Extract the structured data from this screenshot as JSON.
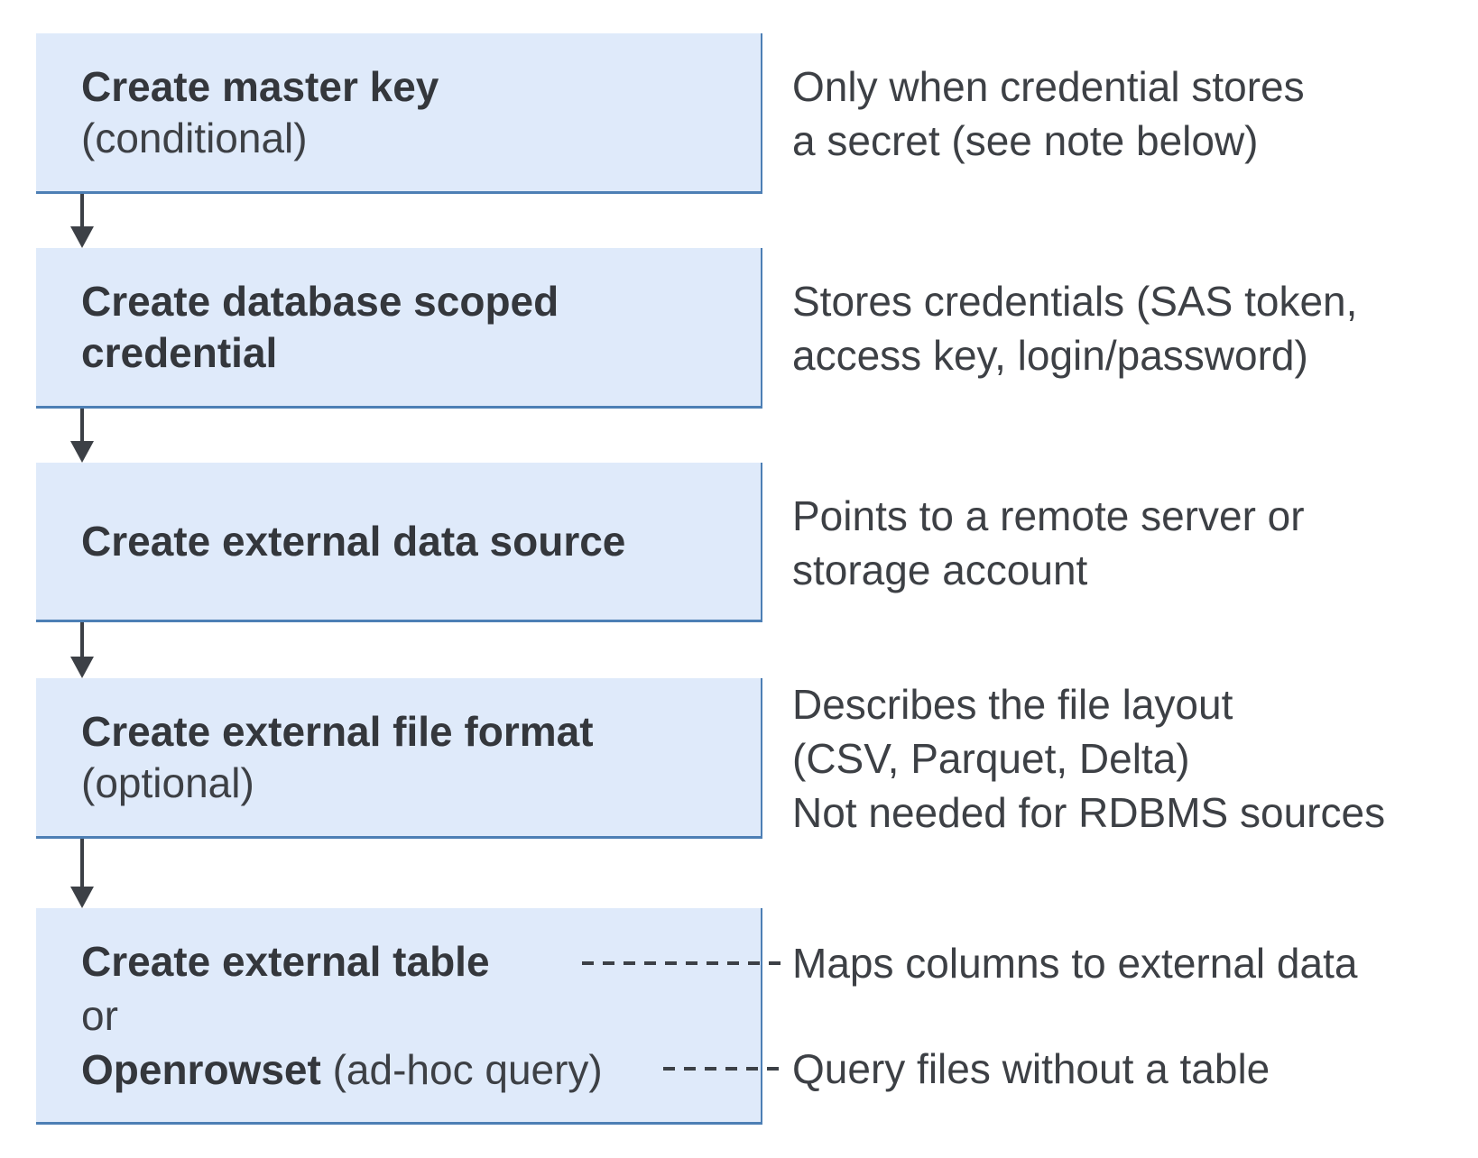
{
  "colors": {
    "background": "#ffffff",
    "box_fill": "#dfeafa",
    "box_border": "#4d7fb5",
    "connector": "#3c4046",
    "title_text": "#34373c",
    "body_text": "#3d4045"
  },
  "steps": [
    {
      "title": "Create master key",
      "subtitle": "(conditional)",
      "note": [
        "Only when credential stores",
        "a secret (see note below)"
      ]
    },
    {
      "title": "Create database scoped credential",
      "note": [
        "Stores credentials (SAS token,",
        "access key, login/password)"
      ]
    },
    {
      "title": "Create external data source",
      "note": [
        "Points to a remote server or",
        "storage account"
      ]
    },
    {
      "title": "Create external file format",
      "subtitle": "(optional)",
      "note": [
        "Describes the file layout",
        "(CSV, Parquet, Delta)",
        "Not needed for RDBMS sources"
      ]
    },
    {
      "title": "Create external table",
      "or_label": "or",
      "alt_title": "Openrowset",
      "alt_suffix": " (ad-hoc query)",
      "note_table": "Maps columns to external data",
      "note_query": "Query files without a table"
    }
  ]
}
